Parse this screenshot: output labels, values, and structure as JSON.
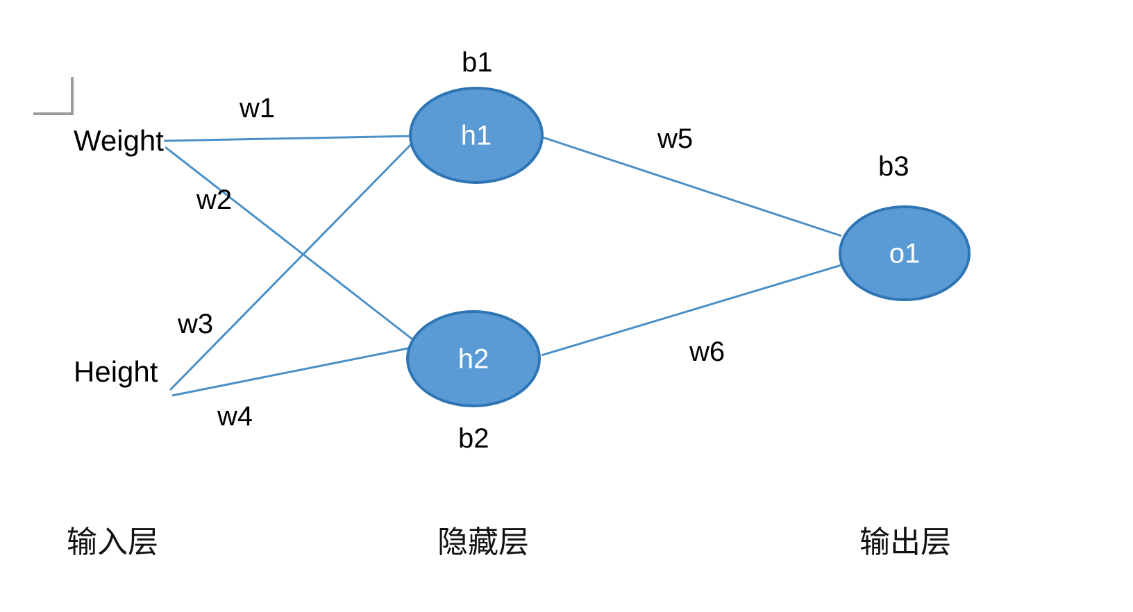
{
  "diagram": {
    "title_text": "",
    "colors": {
      "node_fill": "#5B9BD5",
      "node_stroke": "#2E75B6",
      "edge_stroke": "#4A90C8",
      "node_text": "#ffffff",
      "label_text": "#000000",
      "corner_mark": "#9a9a9a",
      "background": "#ffffff"
    },
    "corner_mark": {
      "name": "page-corner-mark"
    },
    "inputs": [
      {
        "id": "weight",
        "label": "Weight"
      },
      {
        "id": "height",
        "label": "Height"
      }
    ],
    "hidden_nodes": [
      {
        "id": "h1",
        "label": "h1",
        "bias": "b1",
        "bias_position": "above"
      },
      {
        "id": "h2",
        "label": "h2",
        "bias": "b2",
        "bias_position": "below"
      }
    ],
    "output_nodes": [
      {
        "id": "o1",
        "label": "o1",
        "bias": "b3",
        "bias_position": "above"
      }
    ],
    "weights": [
      {
        "id": "w1",
        "label": "w1",
        "from": "Weight",
        "to": "h1"
      },
      {
        "id": "w2",
        "label": "w2",
        "from": "Weight",
        "to": "h2"
      },
      {
        "id": "w3",
        "label": "w3",
        "from": "Height",
        "to": "h1"
      },
      {
        "id": "w4",
        "label": "w4",
        "from": "Height",
        "to": "h2"
      },
      {
        "id": "w5",
        "label": "w5",
        "from": "h1",
        "to": "o1"
      },
      {
        "id": "w6",
        "label": "w6",
        "from": "h2",
        "to": "o1"
      }
    ],
    "layer_labels": [
      {
        "id": "input-layer",
        "label": "输入层"
      },
      {
        "id": "hidden-layer",
        "label": "隐藏层"
      },
      {
        "id": "output-layer",
        "label": "输出层"
      }
    ]
  }
}
